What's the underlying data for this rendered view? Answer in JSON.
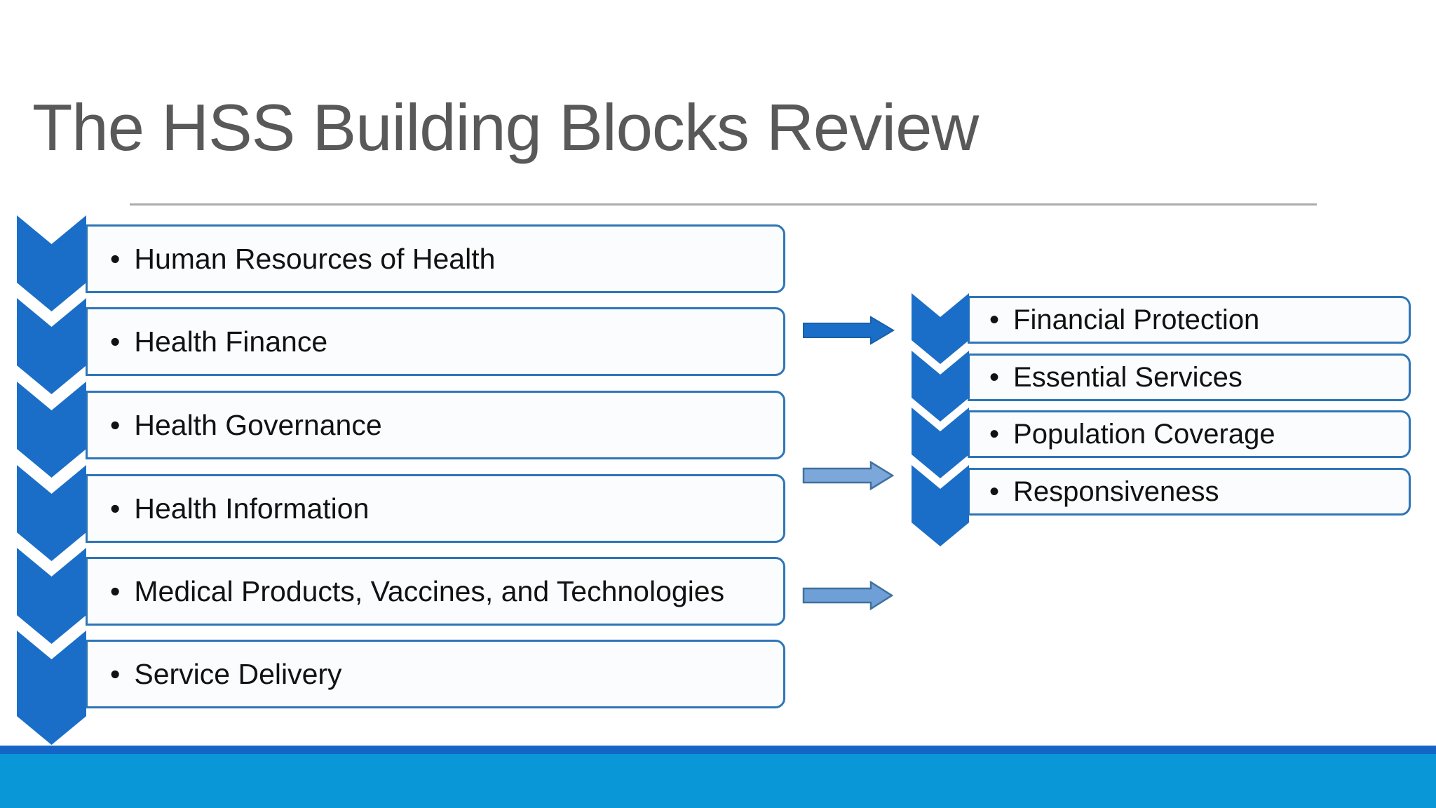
{
  "slide": {
    "title": "The HSS Building Blocks Review",
    "bullet_char": "•",
    "left_list": {
      "items": [
        "Human Resources of Health",
        "Health Finance",
        "Health Governance",
        "Health Information",
        "Medical Products, Vaccines, and Technologies",
        "Service Delivery"
      ]
    },
    "right_list": {
      "items": [
        "Financial Protection",
        "Essential Services",
        "Population Coverage",
        "Responsiveness"
      ]
    },
    "arrows": [
      {
        "label": "arrow-1",
        "fill": "#1b6ec8",
        "stroke": "#1760a8"
      },
      {
        "label": "arrow-2",
        "fill": "#7ca7db",
        "stroke": "#41719c"
      },
      {
        "label": "arrow-3",
        "fill": "#6e9fd6",
        "stroke": "#41719c"
      }
    ],
    "colors": {
      "chevron_blue": "#1b6ec8",
      "box_border_blue": "#2e75b6",
      "box_fill": "#fbfcfd",
      "title_gray": "#595959",
      "divider_gray": "#ababab",
      "footer_dark_blue": "#1565c6",
      "footer_light_blue": "#0997d8",
      "text_color": "#121212"
    }
  }
}
